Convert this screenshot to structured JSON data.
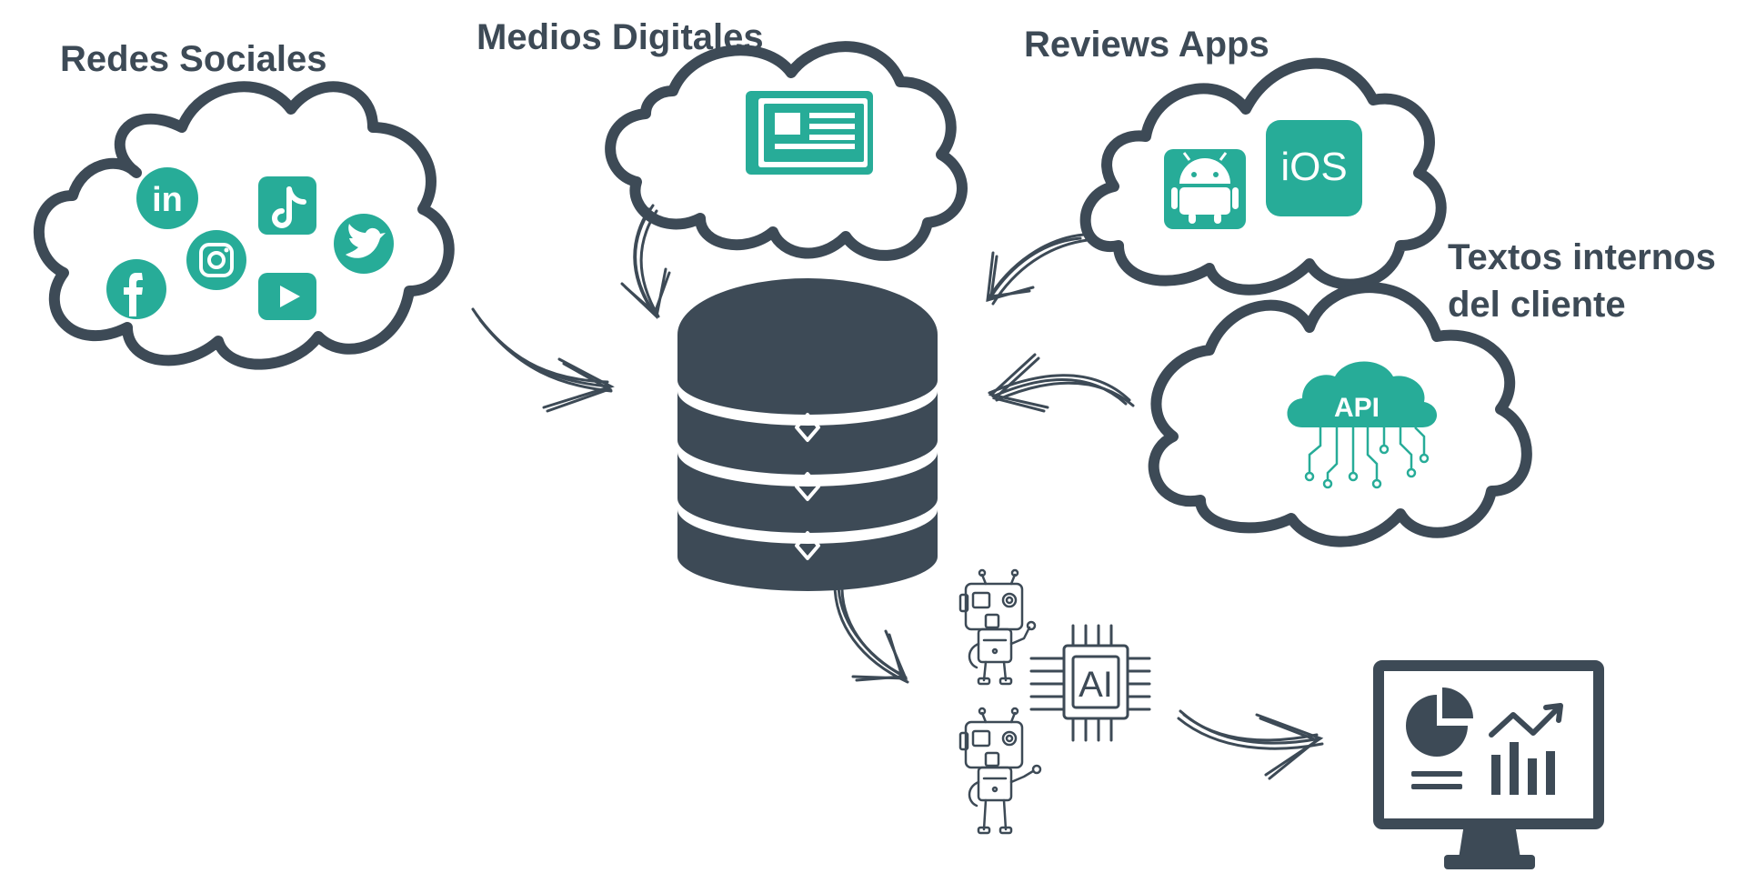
{
  "labels": {
    "social": "Redes Sociales",
    "media": "Medios Digitales",
    "reviews": "Reviews Apps",
    "internal_line1": "Textos internos",
    "internal_line2": "del cliente"
  },
  "icons": {
    "social": [
      "linkedin-icon",
      "tiktok-icon",
      "instagram-icon",
      "twitter-icon",
      "facebook-icon",
      "youtube-icon"
    ],
    "media": "newspaper-icon",
    "reviews": [
      "android-icon",
      "ios-icon"
    ],
    "internal": "api-cloud-icon",
    "processing": [
      "robot-icon",
      "ai-chip-icon"
    ],
    "output": "dashboard-monitor-icon"
  },
  "badges": {
    "ios": "iOS",
    "api": "API",
    "ai": "AI"
  },
  "colors": {
    "accent": "#27ac98",
    "dark": "#3d4a56"
  }
}
